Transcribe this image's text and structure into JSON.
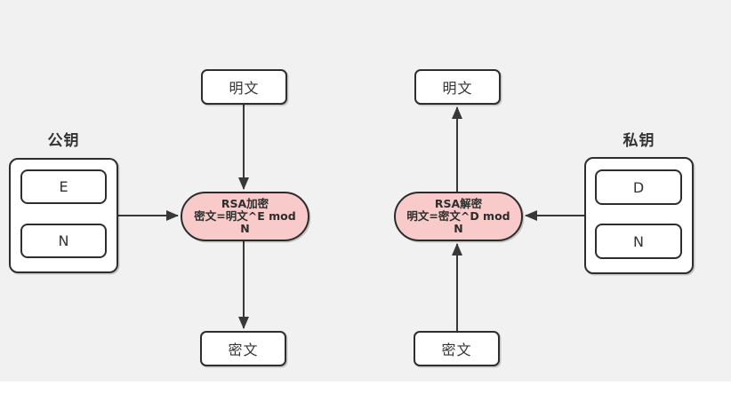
{
  "diagram": {
    "background_color": "#f1f1f2",
    "node_border_color": "#2e2e2e",
    "operation_fill_color": "#f8caca",
    "arrow_color": "#383838",
    "nodes": {
      "plaintext_left": "明文",
      "ciphertext_left": "密文",
      "plaintext_right": "明文",
      "ciphertext_right": "密文"
    },
    "encrypt": {
      "title": "RSA加密",
      "formula_line1": "密文=明文^E mod",
      "formula_line2": "N"
    },
    "decrypt": {
      "title": "RSA解密",
      "formula_line1": "明文=密文^D mod",
      "formula_line2": "N"
    },
    "public_key": {
      "label": "公钥",
      "components": [
        "E",
        "N"
      ]
    },
    "private_key": {
      "label": "私钥",
      "components": [
        "D",
        "N"
      ]
    }
  }
}
